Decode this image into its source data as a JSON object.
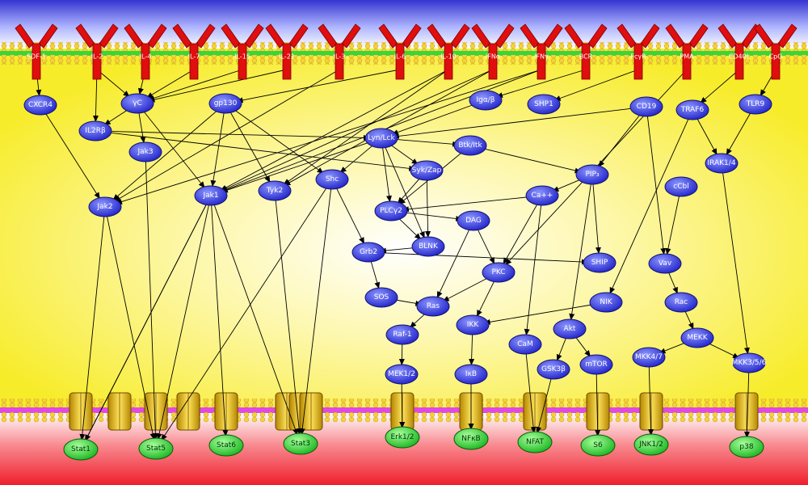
{
  "colors": {
    "cytoplasm": "#fcf33a",
    "nucleus": "#f42a35",
    "extracellular": "#3b3bd6",
    "node_fill": "#2e37e6",
    "tf_fill": "#2ecc2e",
    "receptor": "#e00e0e",
    "channel": "#f2c80c"
  },
  "receptors": [
    {
      "id": "r_sdf1",
      "label": "SDF-1"
    },
    {
      "id": "r_il2",
      "label": "IL-2"
    },
    {
      "id": "r_il4",
      "label": "IL-4"
    },
    {
      "id": "r_il7",
      "label": "IL-7"
    },
    {
      "id": "r_il15",
      "label": "IL-15"
    },
    {
      "id": "r_il21",
      "label": "IL-21"
    },
    {
      "id": "r_il3",
      "label": "IL-3"
    },
    {
      "id": "r_il6",
      "label": "IL-6"
    },
    {
      "id": "r_il10",
      "label": "IL-10"
    },
    {
      "id": "r_ifna",
      "label": "IFNα"
    },
    {
      "id": "r_ifng",
      "label": "IFNγ"
    },
    {
      "id": "r_bcr",
      "label": "BCR"
    },
    {
      "id": "r_fcg",
      "label": "FcγR"
    },
    {
      "id": "r_pmag",
      "label": "PMA"
    },
    {
      "id": "r_cd40l",
      "label": "CD40L"
    },
    {
      "id": "r_cpg",
      "label": "CpG"
    }
  ],
  "nodes": [
    {
      "id": "cxcr4",
      "label": "CXCR4"
    },
    {
      "id": "gc",
      "label": "γC"
    },
    {
      "id": "gp130",
      "label": "gp130"
    },
    {
      "id": "igab",
      "label": "Igα/β"
    },
    {
      "id": "shp1",
      "label": "SHP1"
    },
    {
      "id": "cd19",
      "label": "CD19"
    },
    {
      "id": "traf6",
      "label": "TRAF6"
    },
    {
      "id": "tlr9",
      "label": "TLR9"
    },
    {
      "id": "il2rb",
      "label": "IL2Rβ"
    },
    {
      "id": "lynlck",
      "label": "Lyn/Lck"
    },
    {
      "id": "btkitk",
      "label": "Btk/Itk"
    },
    {
      "id": "jak3",
      "label": "Jak3"
    },
    {
      "id": "irak14",
      "label": "IRAK1/4"
    },
    {
      "id": "sykzap",
      "label": "Syk/Zap"
    },
    {
      "id": "pip3",
      "label": "PIP₃"
    },
    {
      "id": "shc",
      "label": "Shc"
    },
    {
      "id": "tyk2",
      "label": "Tyk2"
    },
    {
      "id": "jak1",
      "label": "Jak1"
    },
    {
      "id": "jak2",
      "label": "Jak2"
    },
    {
      "id": "plcg2",
      "label": "PLCγ2"
    },
    {
      "id": "ca",
      "label": "Ca++"
    },
    {
      "id": "dag",
      "label": "DAG"
    },
    {
      "id": "ccbl",
      "label": "cCbl"
    },
    {
      "id": "blnk",
      "label": "BLNK"
    },
    {
      "id": "grb2",
      "label": "Grb2"
    },
    {
      "id": "ship",
      "label": "SHIP"
    },
    {
      "id": "vav",
      "label": "Vav"
    },
    {
      "id": "pkc",
      "label": "PKC"
    },
    {
      "id": "sos",
      "label": "SOS"
    },
    {
      "id": "ras",
      "label": "Ras"
    },
    {
      "id": "nik",
      "label": "NIK"
    },
    {
      "id": "rac",
      "label": "Rac"
    },
    {
      "id": "ikk",
      "label": "IKK"
    },
    {
      "id": "akt",
      "label": "Akt"
    },
    {
      "id": "raf1",
      "label": "Raf-1"
    },
    {
      "id": "mekk",
      "label": "MEKK"
    },
    {
      "id": "cam",
      "label": "CaM"
    },
    {
      "id": "mkk47",
      "label": "MKK4/7"
    },
    {
      "id": "mkk356",
      "label": "MKK3/5/6"
    },
    {
      "id": "gsk3b",
      "label": "GSK3β"
    },
    {
      "id": "mtor",
      "label": "mTOR"
    },
    {
      "id": "mek12",
      "label": "MEK1/2"
    },
    {
      "id": "ikb",
      "label": "IκB"
    }
  ],
  "transcription_factors": [
    {
      "id": "stat1",
      "label": "Stat1"
    },
    {
      "id": "stat5",
      "label": "Stat5"
    },
    {
      "id": "stat6",
      "label": "Stat6"
    },
    {
      "id": "stat3",
      "label": "Stat3"
    },
    {
      "id": "erk12",
      "label": "Erk1/2"
    },
    {
      "id": "nfkb",
      "label": "NFκB"
    },
    {
      "id": "nfat",
      "label": "NFAT"
    },
    {
      "id": "s6",
      "label": "S6"
    },
    {
      "id": "jnk12",
      "label": "JNK1/2"
    },
    {
      "id": "p38",
      "label": "p38"
    }
  ],
  "edges": [
    [
      "r_sdf1",
      "cxcr4"
    ],
    [
      "r_il2",
      "il2rb"
    ],
    [
      "r_il2",
      "gc"
    ],
    [
      "r_il4",
      "gc"
    ],
    [
      "r_il7",
      "gc"
    ],
    [
      "r_il15",
      "gc"
    ],
    [
      "r_il21",
      "gc"
    ],
    [
      "r_il3",
      "jak2"
    ],
    [
      "r_il6",
      "gp130"
    ],
    [
      "r_il10",
      "jak1"
    ],
    [
      "r_il10",
      "tyk2"
    ],
    [
      "r_ifna",
      "jak1"
    ],
    [
      "r_ifna",
      "tyk2"
    ],
    [
      "r_ifng",
      "jak1"
    ],
    [
      "r_ifng",
      "jak2"
    ],
    [
      "r_bcr",
      "igab"
    ],
    [
      "r_fcg",
      "shp1"
    ],
    [
      "r_pmag",
      "pkc"
    ],
    [
      "r_cd40l",
      "traf6"
    ],
    [
      "r_cpg",
      "tlr9"
    ],
    [
      "cxcr4",
      "jak2"
    ],
    [
      "gc",
      "il2rb"
    ],
    [
      "gc",
      "jak3"
    ],
    [
      "gc",
      "jak1"
    ],
    [
      "il2rb",
      "lynlck"
    ],
    [
      "il2rb",
      "sykzap"
    ],
    [
      "gp130",
      "jak1"
    ],
    [
      "gp130",
      "jak2"
    ],
    [
      "gp130",
      "tyk2"
    ],
    [
      "gp130",
      "shc"
    ],
    [
      "igab",
      "lynlck"
    ],
    [
      "cd19",
      "lynlck"
    ],
    [
      "cd19",
      "pip3"
    ],
    [
      "cd19",
      "vav"
    ],
    [
      "traf6",
      "irak14"
    ],
    [
      "traf6",
      "nik"
    ],
    [
      "tlr9",
      "irak14"
    ],
    [
      "lynlck",
      "btkitk"
    ],
    [
      "lynlck",
      "sykzap"
    ],
    [
      "lynlck",
      "plcg2"
    ],
    [
      "lynlck",
      "blnk"
    ],
    [
      "lynlck",
      "shc"
    ],
    [
      "lynlck",
      "jak1"
    ],
    [
      "btkitk",
      "pip3"
    ],
    [
      "btkitk",
      "plcg2"
    ],
    [
      "sykzap",
      "plcg2"
    ],
    [
      "sykzap",
      "blnk"
    ],
    [
      "pip3",
      "ca"
    ],
    [
      "pip3",
      "ship"
    ],
    [
      "pip3",
      "akt"
    ],
    [
      "shc",
      "grb2"
    ],
    [
      "shc",
      "stat3"
    ],
    [
      "plcg2",
      "dag"
    ],
    [
      "plcg2",
      "blnk"
    ],
    [
      "ca",
      "plcg2"
    ],
    [
      "ca",
      "pkc"
    ],
    [
      "ca",
      "cam"
    ],
    [
      "dag",
      "pkc"
    ],
    [
      "dag",
      "ras"
    ],
    [
      "blnk",
      "grb2"
    ],
    [
      "grb2",
      "ship"
    ],
    [
      "grb2",
      "sos"
    ],
    [
      "ccbl",
      "vav"
    ],
    [
      "vav",
      "rac"
    ],
    [
      "pkc",
      "ras"
    ],
    [
      "pkc",
      "ikk"
    ],
    [
      "sos",
      "ras"
    ],
    [
      "ras",
      "raf1"
    ],
    [
      "nik",
      "ikk"
    ],
    [
      "rac",
      "mekk"
    ],
    [
      "irak14",
      "mkk356"
    ],
    [
      "ikk",
      "ikb"
    ],
    [
      "akt",
      "gsk3b"
    ],
    [
      "akt",
      "mtor"
    ],
    [
      "raf1",
      "mek12"
    ],
    [
      "mekk",
      "mkk47"
    ],
    [
      "mekk",
      "mkk356"
    ],
    [
      "jak2",
      "stat1"
    ],
    [
      "jak2",
      "stat5"
    ],
    [
      "jak1",
      "stat1"
    ],
    [
      "jak1",
      "stat5"
    ],
    [
      "jak1",
      "stat6"
    ],
    [
      "jak1",
      "stat3"
    ],
    [
      "jak3",
      "stat5"
    ],
    [
      "tyk2",
      "stat3"
    ],
    [
      "shc",
      "stat5"
    ],
    [
      "mek12",
      "erk12"
    ],
    [
      "ikb",
      "nfkb"
    ],
    [
      "cam",
      "nfat"
    ],
    [
      "gsk3b",
      "nfat"
    ],
    [
      "mtor",
      "s6"
    ],
    [
      "mkk47",
      "jnk12"
    ],
    [
      "mkk356",
      "p38"
    ],
    [
      "jak1",
      "stat1"
    ]
  ]
}
